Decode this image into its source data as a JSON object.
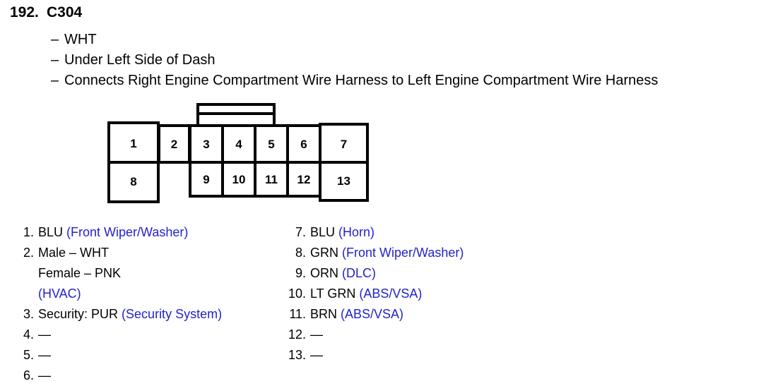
{
  "header": {
    "number": "192.",
    "title": "C304",
    "bullets": [
      "WHT",
      "Under Left Side of Dash",
      "Connects Right Engine Compartment Wire Harness to Left Engine Compartment Wire Harness"
    ],
    "bullet_dash": "–"
  },
  "connector": {
    "pins_top_left": "1",
    "pins_bottom_left": "8",
    "pin_2": "2",
    "middle_top": [
      "3",
      "4",
      "5",
      "6"
    ],
    "middle_bottom": [
      "9",
      "10",
      "11",
      "12"
    ],
    "pin_top_right": "7",
    "pin_bottom_right": "13"
  },
  "legend": {
    "empty_marker": "—",
    "left": [
      {
        "num": "1.",
        "wire": "BLU",
        "circuit": "(Front Wiper/Washer)",
        "sub": []
      },
      {
        "num": "2.",
        "wire": "Male – WHT",
        "circuit": "",
        "sub": [
          "Female – PNK"
        ],
        "sub_circuit": "(HVAC)"
      },
      {
        "num": "3.",
        "wire": "Security: PUR",
        "circuit": "(Security System)",
        "sub": []
      },
      {
        "num": "4.",
        "wire": "—",
        "circuit": "",
        "sub": []
      },
      {
        "num": "5.",
        "wire": "—",
        "circuit": "",
        "sub": []
      },
      {
        "num": "6.",
        "wire": "—",
        "circuit": "",
        "sub": []
      }
    ],
    "right": [
      {
        "num": "7.",
        "wire": "BLU",
        "circuit": "(Horn)"
      },
      {
        "num": "8.",
        "wire": "GRN",
        "circuit": "(Front Wiper/Washer)"
      },
      {
        "num": "9.",
        "wire": "ORN",
        "circuit": "(DLC)"
      },
      {
        "num": "10.",
        "wire": "LT GRN",
        "circuit": "(ABS/VSA)"
      },
      {
        "num": "11.",
        "wire": "BRN",
        "circuit": "(ABS/VSA)"
      },
      {
        "num": "12.",
        "wire": "—",
        "circuit": ""
      },
      {
        "num": "13.",
        "wire": "—",
        "circuit": ""
      }
    ]
  },
  "colors": {
    "circuit_blue": "#2222cc",
    "ink": "#000000",
    "background": "#ffffff"
  }
}
